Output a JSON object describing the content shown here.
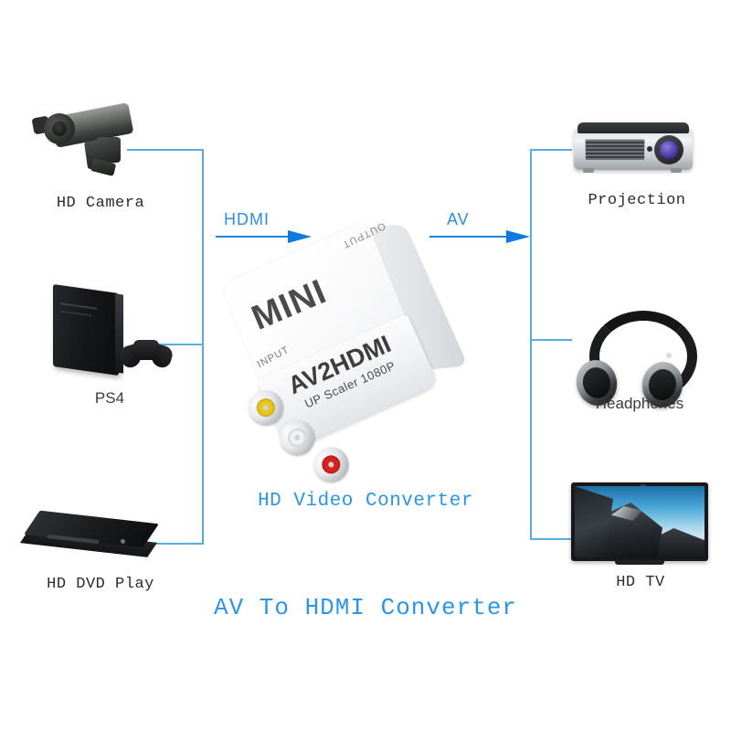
{
  "background": "#ffffff",
  "colors": {
    "wire": "#55aee2",
    "arrow": "#0d7ae0",
    "arrow_label": "#2a8fe0",
    "caption": "#2b95e8",
    "node_label": "#2b2b2b"
  },
  "captions": {
    "subtitle": "HD Video Converter",
    "title": "AV To HDMI Converter"
  },
  "flows": [
    {
      "label": "HDMI",
      "name": "flow-hdmi"
    },
    {
      "label": "AV",
      "name": "flow-av"
    }
  ],
  "sources": [
    {
      "label": "HD Camera",
      "icon": "cctv-camera-icon",
      "font": "mono"
    },
    {
      "label": "PS4",
      "icon": "game-console-icon",
      "font": "prop"
    },
    {
      "label": "HD DVD Play",
      "icon": "dvd-player-icon",
      "font": "mono"
    }
  ],
  "outputs": [
    {
      "label": "Projection",
      "icon": "projector-icon",
      "font": "mono"
    },
    {
      "label": "Headphones",
      "icon": "headphones-icon",
      "font": "prop"
    },
    {
      "label": "HD TV",
      "icon": "television-icon",
      "font": "mono"
    }
  ],
  "device": {
    "name": "av2hdmi-converter",
    "top_text": "MINI",
    "model_text": "AV2HDMI",
    "scaler_text": "UP Scaler 1080P",
    "input_label": "INPUT",
    "output_label": "OUTPUT",
    "jacks": [
      {
        "name": "rca-video-yellow",
        "color": "#e8c81e"
      },
      {
        "name": "rca-audio-left-white",
        "color": "#f1f2f3"
      },
      {
        "name": "rca-audio-right-red",
        "color": "#d8231c"
      }
    ]
  }
}
